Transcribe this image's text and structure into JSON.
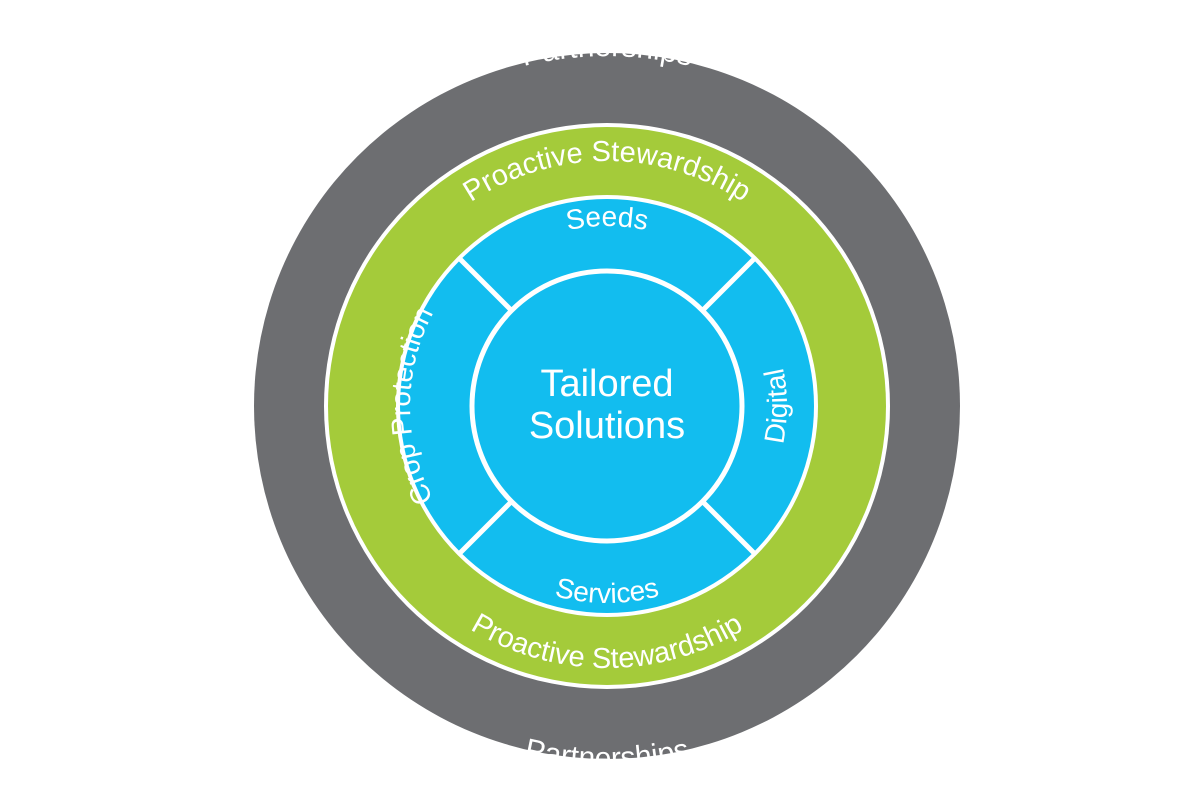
{
  "diagram": {
    "colors": {
      "outer": "#6D6E71",
      "middle": "#A4CB3A",
      "inner": "#12BDEF",
      "divider": "#FFFFFF",
      "text": "#FFFFFF",
      "background": "#FFFFFF"
    },
    "outer_ring": {
      "top_label": "Partnerships",
      "bottom_label": "Partnerships"
    },
    "middle_ring": {
      "top_label": "Proactive Stewardship",
      "bottom_label": "Proactive Stewardship"
    },
    "segments": [
      {
        "label": "Seeds",
        "position": "top"
      },
      {
        "label": "Digital",
        "position": "right"
      },
      {
        "label": "Services",
        "position": "bottom"
      },
      {
        "label": "Crop Protection",
        "position": "left"
      }
    ],
    "center": {
      "line1": "Tailored",
      "line2": "Solutions"
    }
  }
}
